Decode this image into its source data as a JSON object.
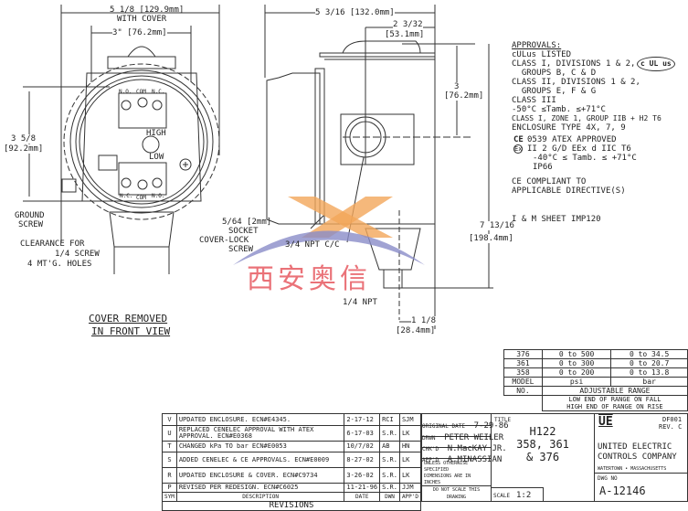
{
  "front_view": {
    "dim_width": "5 1/8 [129.9mm]",
    "with_cover": "WITH COVER",
    "dim_mount": "3\" [76.2mm]",
    "dim_height_frac": "3 5/8",
    "dim_height_mm": "[92.2mm]",
    "terminal_top": [
      "N.O.",
      "COM",
      "N.C."
    ],
    "terminal_bottom": [
      "N.C.",
      "COM",
      "N.O."
    ],
    "high": "HIGH",
    "low": "LOW",
    "ground_screw": [
      "GROUND",
      "SCREW"
    ],
    "clearance": [
      "CLEARANCE FOR",
      "1/4 SCREW",
      "4 MT'G. HOLES"
    ],
    "caption": [
      "COVER REMOVED",
      "IN FRONT VIEW"
    ]
  },
  "side_view": {
    "dim_width": "5 3/16 [132.0mm]",
    "dim_offset": "2 3/32",
    "dim_offset_mm": "[53.1mm]",
    "dim_conduit": "3",
    "dim_conduit_mm": "[76.2mm]",
    "dim_height": "7 13/16",
    "dim_height_mm": "[198.4mm]",
    "socket": [
      "5/64 [2mm]",
      "SOCKET",
      "COVER-LOCK",
      "SCREW"
    ],
    "npt_cc": "3/4 NPT C/C",
    "npt": "1/4 NPT",
    "dim_port": "1 1/8",
    "dim_port_mm": "[28.4mm]"
  },
  "approvals": {
    "lines": [
      "APPROVALS:",
      "cULus LISTED",
      "CLASS I, DIVISIONS 1 & 2,",
      "  GROUPS B, C & D",
      "CLASS II, DIVISIONS 1 & 2,",
      "  GROUPS E, F & G",
      "CLASS III",
      "-50°C ≤Tamb. ≤+71°C",
      "CLASS I, ZONE 1, GROUP IIB + H2 T6",
      "ENCLOSURE TYPE 4X, 7, 9"
    ],
    "ul_mark": "c UL us",
    "atex": [
      "0539 ATEX APPROVED",
      "II 2 G/D EEx d IIC T6",
      "-40°C ≤ Tamb. ≤ +71°C",
      "IP66"
    ],
    "ce_mark": "CE",
    "ex_mark": "Ex",
    "ce_compliant": [
      "CE COMPLIANT TO",
      "APPLICABLE DIRECTIVE(S)"
    ],
    "im_sheet": "I & M SHEET IMP120"
  },
  "range_table": {
    "rows": [
      [
        "376",
        "0 to 500",
        "0 to 34.5"
      ],
      [
        "361",
        "0 to 300",
        "0 to 20.7"
      ],
      [
        "358",
        "0 to 200",
        "0 to 13.8"
      ]
    ],
    "model": "MODEL",
    "no": "NO.",
    "psi": "psi",
    "bar": "bar",
    "adjustable": "ADJUSTABLE RANGE",
    "note": [
      "LOW END OF RANGE ON FALL",
      "HIGH END OF RANGE ON RISE"
    ]
  },
  "revisions": {
    "rows": [
      [
        "V",
        "UPDATED ENCLOSURE.  ECN#E4345.",
        "2-17-12",
        "RCI",
        "SJM"
      ],
      [
        "U",
        "REPLACED CENELEC APPROVAL WITH ATEX APPROVAL.  ECN#E0368",
        "6-17-03",
        "S.R.",
        "LK"
      ],
      [
        "T",
        "CHANGED kPa TO bar   ECN#E0053",
        "10/7/02",
        "AB",
        "HN"
      ],
      [
        "S",
        "ADDED CENELEC & CE APPROVALS. ECN#E0009",
        "8-27-02",
        "S.R.",
        "LK"
      ],
      [
        "R",
        "UPDATED ENCLOSURE & COVER. ECN#C9734",
        "3-26-02",
        "S.R.",
        "LK"
      ],
      [
        "P",
        "REVISED PER REDESIGN.  ECN#C6025",
        "11-21-96",
        "S.R.",
        "JJM"
      ]
    ],
    "headers": [
      "SYM",
      "DESCRIPTION",
      "DATE",
      "DWN",
      "APP'D"
    ],
    "title": "REVISIONS"
  },
  "drawing_info": {
    "original_date_label": "ORIGINAL DATE",
    "original_date": "7-29-86",
    "drawn_label": "DRWN",
    "drawn": "PETER WEILER",
    "checked_label": "CHK'D",
    "checked": "N.MacKAY JR.",
    "approved_label": "APP'D",
    "approved": "A.MINASSIAN",
    "units_note": [
      "UNLESS OTHERWISE SPECIFIED",
      "DIMENSIONS ARE IN INCHES"
    ],
    "no_scale": "DO NOT SCALE THIS DRAWING"
  },
  "title_block": {
    "title_label": "TITLE",
    "title": [
      "H122",
      "358, 361",
      "& 376"
    ],
    "scale_label": "SCALE",
    "scale": "1:2",
    "form": "DF001",
    "rev": "REV. C",
    "logo": "UE",
    "company": [
      "UNITED ELECTRIC",
      "CONTROLS COMPANY"
    ],
    "location": "WATERTOWN • MASSACHUSETTS",
    "dwg_label": "DWG NO",
    "dwg_no": "A-12146"
  },
  "watermark": "西安奥信"
}
